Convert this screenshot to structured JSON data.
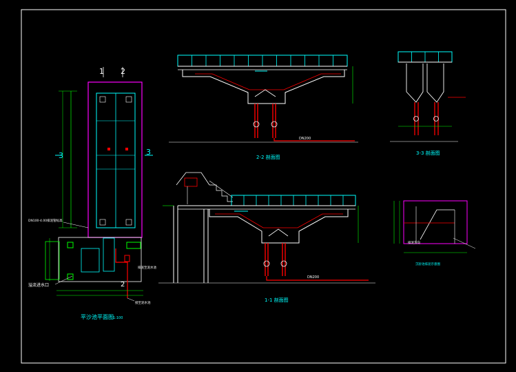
{
  "drawing": {
    "colors": {
      "background": "#000000",
      "frame": "#ffffff",
      "dimension": "#00ff00",
      "outline": "#ff00ff",
      "structure": "#00ffff",
      "pipe": "#ff0000",
      "detail": "#ffff00"
    },
    "axis_marks": {
      "plan_top_left": "1",
      "plan_top_right": "2",
      "plan_left": "3",
      "plan_right": "3",
      "plan_bottom_right": "2"
    },
    "sections": {
      "section_2_2": "2-2 剖面图",
      "section_3_3": "3-3 剖面图",
      "section_1_1": "1-1 剖面图"
    },
    "plan_view": {
      "title": "平沙池平面图",
      "scale": "1:100",
      "note_left_upper": "DN100-4.00排泥管标高",
      "note_left_lower": "溢流进水口",
      "note_right": "排泥至泥水池",
      "note_bottom": "接至泥水池"
    },
    "pipe_labels": {
      "s22_pipe": "DN200",
      "s11_pipe": "DN200"
    },
    "detail_view": {
      "label": "排泥方向",
      "caption": "沉砂池排泥示意图"
    }
  }
}
